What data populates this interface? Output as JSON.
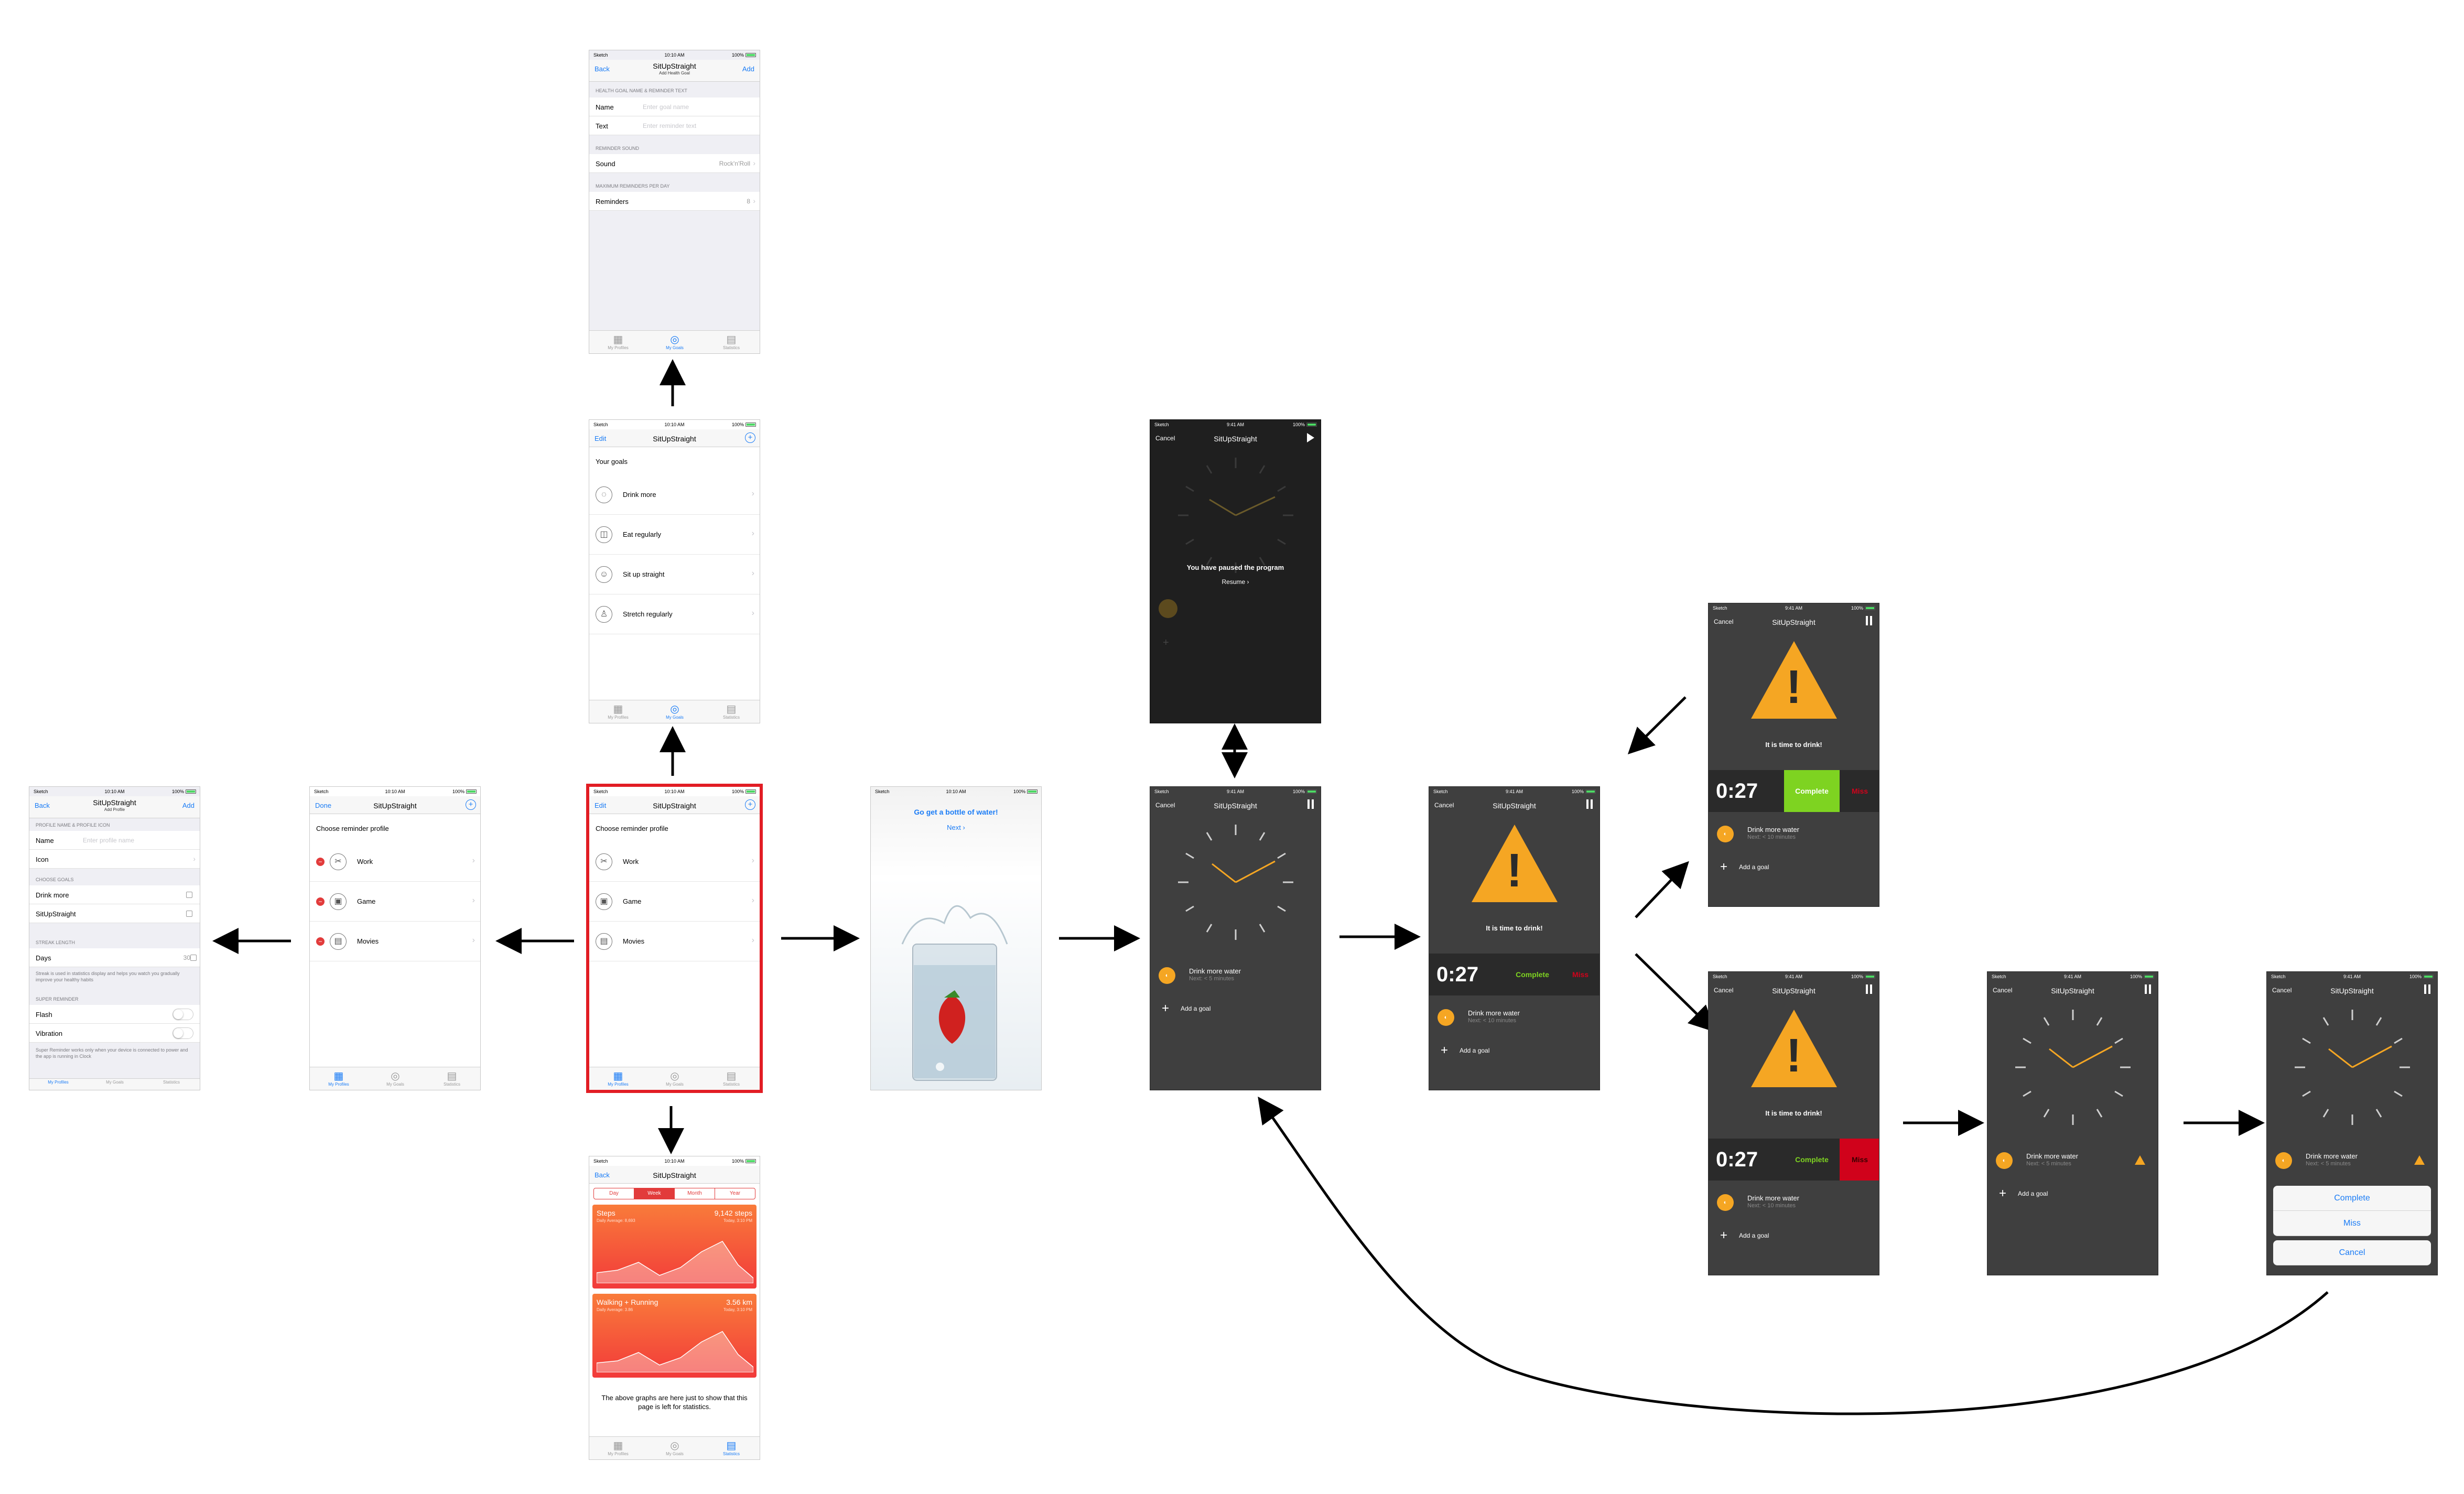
{
  "status": {
    "carrier": "Sketch",
    "time_a": "10:10 AM",
    "time_b": "9:41 AM",
    "battery": "100%"
  },
  "app_title": "SitUpStraight",
  "tabs": [
    "My Profiles",
    "My Goals",
    "Statistics"
  ],
  "screens": {
    "add_goal": {
      "back": "Back",
      "title": "SitUpStraight",
      "subtitle": "Add Health Goal",
      "action": "Add",
      "sec1": "HEALTH GOAL NAME & REMINDER TEXT",
      "name_label": "Name",
      "name_ph": "Enter goal name",
      "text_label": "Text",
      "text_ph": "Enter reminder text",
      "sec2": "REMINDER SOUND",
      "sound_label": "Sound",
      "sound_value": "Rock'n'Roll",
      "sec3": "MAXIMUM REMINDERS PER DAY",
      "rem_label": "Reminders",
      "rem_value": "8"
    },
    "goals": {
      "edit": "Edit",
      "header": "Your goals",
      "items": [
        "Drink more",
        "Eat regularly",
        "Sit up straight",
        "Stretch regularly"
      ]
    },
    "add_profile": {
      "back": "Back",
      "subtitle": "Add Profile",
      "action": "Add",
      "sec1": "PROFILE NAME & PROFILE ICON",
      "name_label": "Name",
      "name_ph": "Enter profile name",
      "icon_label": "Icon",
      "sec2": "CHOOSE GOALS",
      "goal1": "Drink more",
      "goal2": "SitUpStraight",
      "sec3": "STREAK LENGTH",
      "days_label": "Days",
      "days_value": "30",
      "streak_note": "Streak is used in statistics display and helps you watch you gradually improve your healthy habits",
      "sec4": "SUPER REMINDER",
      "flash": "Flash",
      "vibration": "Vibration",
      "super_note": "Super Reminder works only when your device is connected to power and the app is running in Clock"
    },
    "profiles": {
      "done": "Done",
      "edit": "Edit",
      "header": "Choose reminder profile",
      "items": [
        "Work",
        "Game",
        "Movies"
      ]
    },
    "stats": {
      "back": "Back",
      "segments": [
        "Day",
        "Week",
        "Month",
        "Year"
      ],
      "active_segment": "Week",
      "card1": {
        "name": "Steps",
        "value": "9,142 steps",
        "sub": "Daily Average: 8,693",
        "date": "Today, 3:10 PM"
      },
      "card2": {
        "name": "Walking + Running",
        "value": "3.56 km",
        "sub": "Daily Average: 3.86",
        "date": "Today, 3:10 PM"
      },
      "note": "The above graphs are here just to show that this page is left for statistics."
    },
    "splash": {
      "title": "Go get a bottle of water!",
      "next": "Next"
    },
    "clock": {
      "cancel": "Cancel",
      "goal_name": "Drink more water",
      "next5": "Next: < 5 minutes",
      "next10": "Next: < 10 minutes",
      "add_goal": "Add a goal"
    },
    "paused": {
      "msg": "You have paused the program",
      "resume": "Resume"
    },
    "alert": {
      "msg": "It is time to drink!",
      "timer": "0:27",
      "complete": "Complete",
      "miss": "Miss"
    },
    "sheet": {
      "complete": "Complete",
      "miss": "Miss",
      "cancel": "Cancel"
    }
  },
  "colors": {
    "accent": "#1a7cf6",
    "orange": "#f5a623",
    "green": "#7ed321",
    "red": "#d0021b",
    "selection": "#e21d24"
  }
}
